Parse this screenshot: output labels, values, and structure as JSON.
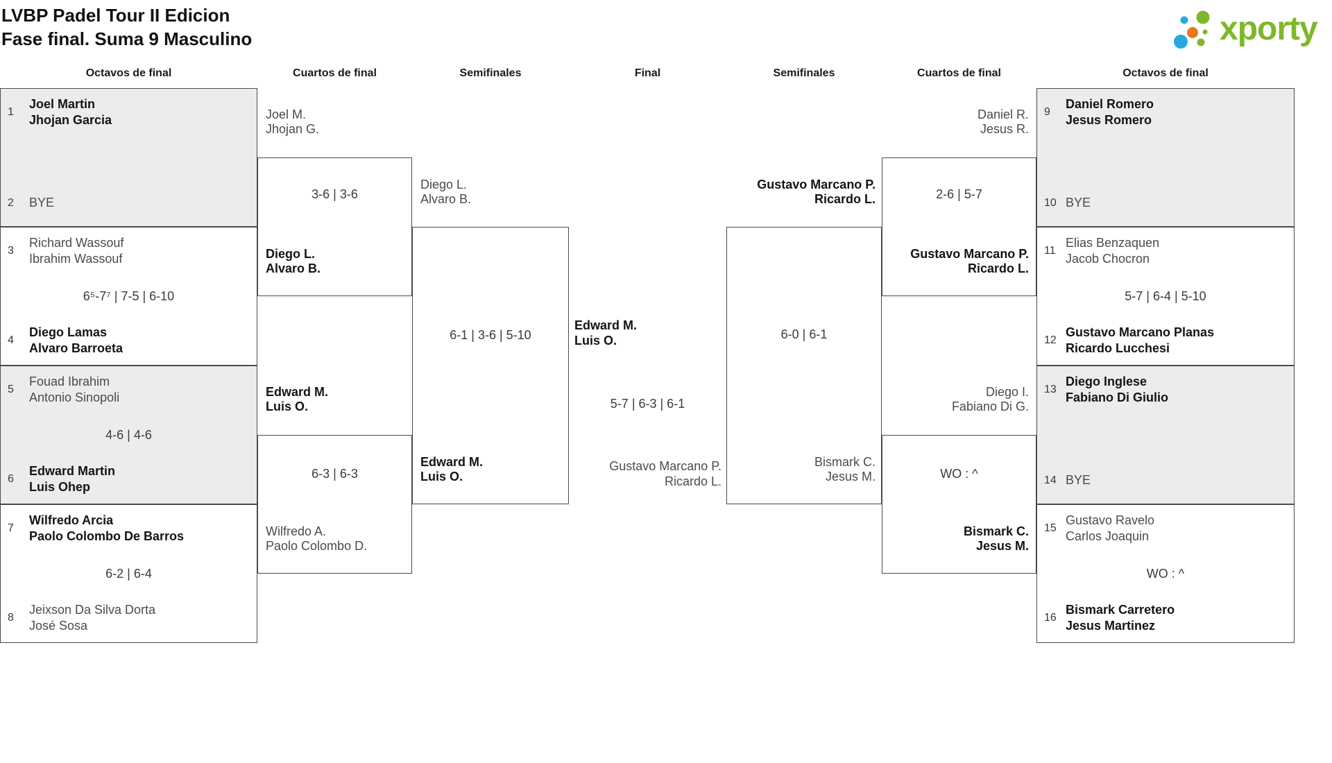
{
  "header": {
    "title_line1": "LVBP Padel Tour II Edicion",
    "title_line2": "Fase final. Suma 9 Masculino"
  },
  "logo": {
    "text": "xporty"
  },
  "colors": {
    "logo-green": "#7db829",
    "logo-blue": "#29a8e0",
    "logo-orange": "#e87914",
    "box-gray": "#ececec",
    "border": "#4a4a4a"
  },
  "round_headers": [
    "Octavos de final",
    "Cuartos de final",
    "Semifinales",
    "Final",
    "Semifinales",
    "Cuartos de final",
    "Octavos de final"
  ],
  "bracket": {
    "octavos": [
      {
        "seed_top": "1",
        "top": [
          "Joel Martin",
          "Jhojan Garcia"
        ],
        "score": "",
        "seed_bottom": "2",
        "bottom": [
          "BYE"
        ]
      },
      {
        "seed_top": "3",
        "top": [
          "Richard Wassouf",
          "Ibrahim Wassouf"
        ],
        "score": "6⁵-7⁷ | 7-5 | 6-10",
        "seed_bottom": "4",
        "bottom": [
          "Diego Lamas",
          "Alvaro Barroeta"
        ]
      },
      {
        "seed_top": "5",
        "top": [
          "Fouad Ibrahim",
          "Antonio Sinopoli"
        ],
        "score": "4-6 | 4-6",
        "seed_bottom": "6",
        "bottom": [
          "Edward Martin",
          "Luis Ohep"
        ]
      },
      {
        "seed_top": "7",
        "top": [
          "Wilfredo Arcia",
          "Paolo Colombo De Barros"
        ],
        "score": "6-2 | 6-4",
        "seed_bottom": "8",
        "bottom": [
          "Jeixson Da Silva Dorta",
          "José Sosa"
        ]
      },
      {
        "seed_top": "9",
        "top": [
          "Daniel Romero",
          "Jesus Romero"
        ],
        "score": "",
        "seed_bottom": "10",
        "bottom": [
          "BYE"
        ]
      },
      {
        "seed_top": "11",
        "top": [
          "Elias Benzaquen",
          "Jacob Chocron"
        ],
        "score": "5-7 | 6-4 | 5-10",
        "seed_bottom": "12",
        "bottom": [
          "Gustavo Marcano Planas",
          "Ricardo Lucchesi"
        ]
      },
      {
        "seed_top": "13",
        "top": [
          "Diego Inglese",
          "Fabiano Di Giulio"
        ],
        "score": "",
        "seed_bottom": "14",
        "bottom": [
          "BYE"
        ]
      },
      {
        "seed_top": "15",
        "top": [
          "Gustavo Ravelo",
          "Carlos Joaquin"
        ],
        "score": "WO : ^",
        "seed_bottom": "16",
        "bottom": [
          "Bismark Carretero",
          "Jesus Martinez"
        ]
      }
    ],
    "cuartos": [
      {
        "top": [
          "Joel M.",
          "Jhojan G."
        ],
        "score": "3-6 | 3-6",
        "bottom": [
          "Diego L.",
          "Alvaro B."
        ]
      },
      {
        "top": [
          "Edward M.",
          "Luis O."
        ],
        "score": "6-3 | 6-3",
        "bottom": [
          "Wilfredo A.",
          "Paolo Colombo D."
        ]
      },
      {
        "top": [
          "Daniel R.",
          "Jesus R."
        ],
        "score": "2-6 | 5-7",
        "bottom": [
          "Gustavo Marcano P.",
          "Ricardo L."
        ]
      },
      {
        "top": [
          "Diego I.",
          "Fabiano Di G."
        ],
        "score": "WO : ^",
        "bottom": [
          "Bismark C.",
          "Jesus M."
        ]
      }
    ],
    "semis": [
      {
        "top": [
          "Diego L.",
          "Alvaro B."
        ],
        "score": "6-1 | 3-6 | 5-10",
        "bottom": [
          "Edward M.",
          "Luis O."
        ]
      },
      {
        "top": [
          "Gustavo Marcano P.",
          "Ricardo L."
        ],
        "score": "6-0 | 6-1",
        "bottom": [
          "Bismark C.",
          "Jesus M."
        ]
      }
    ],
    "final": {
      "top": [
        "Edward M.",
        "Luis O."
      ],
      "score": "5-7 | 6-3 | 6-1",
      "bottom": [
        "Gustavo Marcano P.",
        "Ricardo L."
      ]
    }
  }
}
